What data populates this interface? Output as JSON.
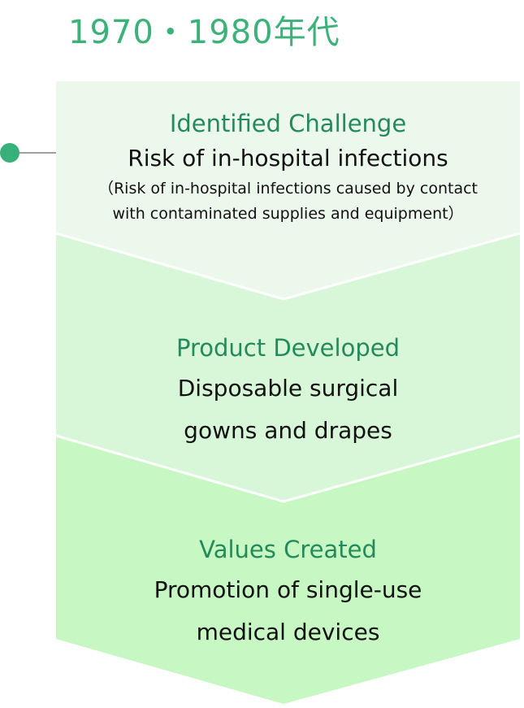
{
  "era": {
    "title": "1970・1980年代"
  },
  "colors": {
    "title_green": "#3cb27a",
    "label_green": "#248a5a",
    "dot_green": "#38b07a",
    "panel_challenge_bg": "#ecf8ec",
    "panel_product_bg": "#d8f6d8",
    "panel_values_bg": "#c7f7c3",
    "connector_line": "#a0a0a0"
  },
  "sections": [
    {
      "label": "Identified Challenge",
      "primary": "Risk of in-hospital infections",
      "note_line1": "（Risk of in-hospital infections caused by contact",
      "note_line2": "with contaminated supplies and equipment）"
    },
    {
      "label": "Product Developed",
      "primary_line1": "Disposable surgical",
      "primary_line2": "gowns and drapes"
    },
    {
      "label": "Values Created",
      "primary_line1": "Promotion of single-use",
      "primary_line2": "medical devices"
    }
  ]
}
